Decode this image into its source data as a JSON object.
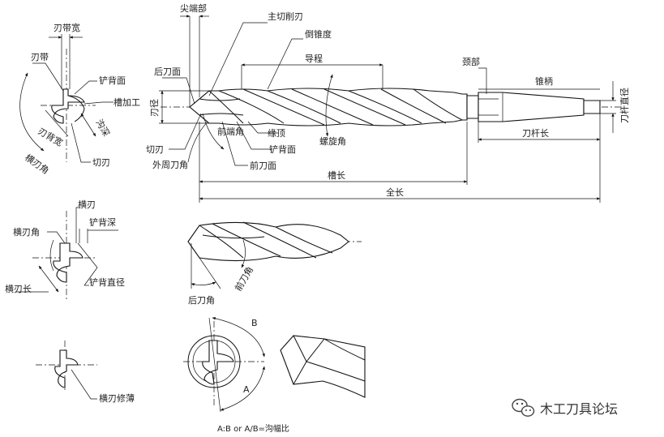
{
  "labels": {
    "tip_part": "尖端部",
    "main_cutting_edge": "主切削刃",
    "back_taper": "倒锥度",
    "lead": "导程",
    "neck": "颈部",
    "taper_shank": "锥柄",
    "flank_face": "后刀面",
    "drill_diameter": "刃径",
    "point_angle": "前端角",
    "margin": "缘顶",
    "body_clearance": "铲背面",
    "helix_angle": "螺旋角",
    "cutting_edge": "切刃",
    "peripheral_angle": "外周刀角",
    "rake_face": "前刀面",
    "flute_length": "槽长",
    "overall_length": "全长",
    "shank_length": "刀杆长",
    "shank_diameter": "刀杆直径",
    "margin_width": "刃带宽",
    "land": "刃带",
    "clearance_face": "铲背面",
    "flute_machining": "槽加工",
    "land_width": "刃背宽",
    "flute_depth": "沟深",
    "chisel_angle": "横刃角",
    "cutting_edge_2": "切刃",
    "chisel_edge": "横刃",
    "clearance_depth": "铲背深",
    "chisel_edge_length": "横刃长",
    "clearance_diameter": "铲背直径",
    "rake_angle": "前刀角",
    "relief_angle": "后刀角",
    "chisel_thinning": "横刃修薄",
    "label_a": "A",
    "label_b": "B",
    "ratio_caption": "A:B or A/B=沟幅比"
  },
  "watermark": {
    "text": "木工刀具论坛",
    "icon": "wechat-icon"
  }
}
